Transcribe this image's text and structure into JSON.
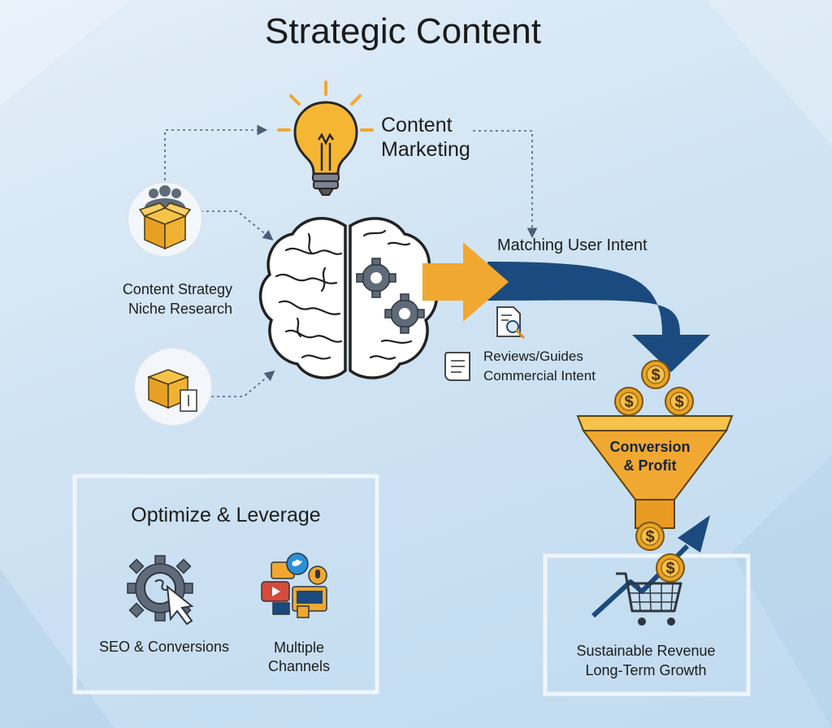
{
  "title": "Strategic Content",
  "content_marketing": {
    "line1": "Content",
    "line2": "Marketing"
  },
  "content_strategy": {
    "line1": "Content Strategy",
    "line2": "Niche Research"
  },
  "matching_intent": "Matching User Intent",
  "reviews": {
    "line1": "Reviews/Guides",
    "line2": "Commercial Intent"
  },
  "funnel": {
    "line1": "Conversion",
    "line2": "& Profit"
  },
  "optimize": {
    "title": "Optimize & Leverage",
    "seo_label": "SEO & Conversions",
    "channels_line1": "Multiple",
    "channels_line2": "Channels"
  },
  "revenue": {
    "line1": "Sustainable Revenue",
    "line2": "Long-Term Growth"
  },
  "coin_symbol": "$",
  "colors": {
    "orange": "#f0a830",
    "navy": "#1b4a7e",
    "gear_gray": "#5f6b78",
    "line_dotted": "#4c5f74",
    "panel_border": "#eef5fb"
  }
}
